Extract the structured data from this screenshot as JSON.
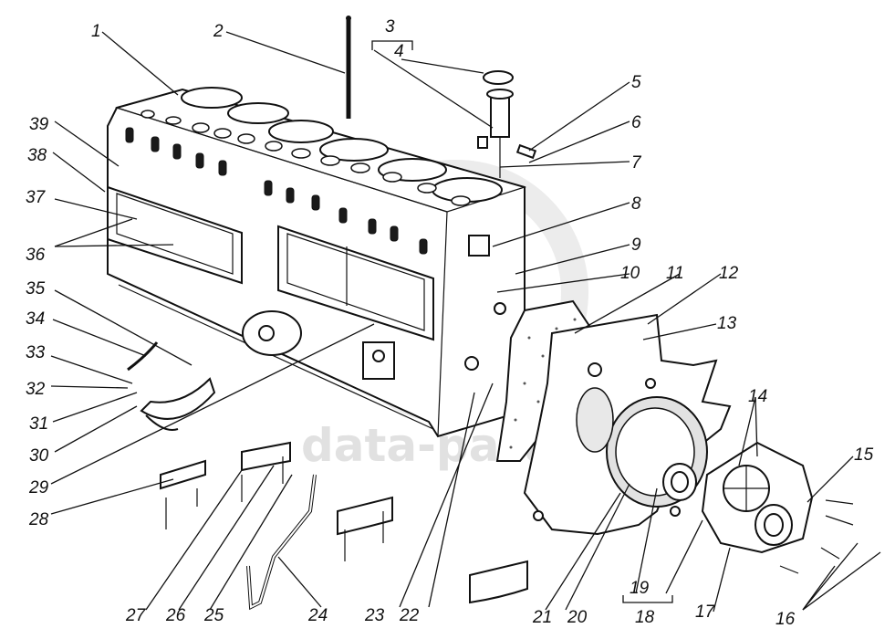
{
  "watermark": "data-parts",
  "callouts": [
    {
      "id": "c1",
      "text": "1"
    },
    {
      "id": "c2",
      "text": "2"
    },
    {
      "id": "c3",
      "text": "3"
    },
    {
      "id": "c4",
      "text": "4"
    },
    {
      "id": "c5",
      "text": "5"
    },
    {
      "id": "c6",
      "text": "6"
    },
    {
      "id": "c7",
      "text": "7"
    },
    {
      "id": "c8",
      "text": "8"
    },
    {
      "id": "c9",
      "text": "9"
    },
    {
      "id": "c10",
      "text": "10"
    },
    {
      "id": "c11",
      "text": "11"
    },
    {
      "id": "c12",
      "text": "12"
    },
    {
      "id": "c13",
      "text": "13"
    },
    {
      "id": "c14",
      "text": "14"
    },
    {
      "id": "c15",
      "text": "15"
    },
    {
      "id": "c16",
      "text": "16"
    },
    {
      "id": "c17",
      "text": "17"
    },
    {
      "id": "c18",
      "text": "18"
    },
    {
      "id": "c19",
      "text": "19"
    },
    {
      "id": "c20",
      "text": "20"
    },
    {
      "id": "c21",
      "text": "21"
    },
    {
      "id": "c22",
      "text": "22"
    },
    {
      "id": "c23",
      "text": "23"
    },
    {
      "id": "c24",
      "text": "24"
    },
    {
      "id": "c25",
      "text": "25"
    },
    {
      "id": "c26",
      "text": "26"
    },
    {
      "id": "c27",
      "text": "27"
    },
    {
      "id": "c28",
      "text": "28"
    },
    {
      "id": "c29",
      "text": "29"
    },
    {
      "id": "c30",
      "text": "30"
    },
    {
      "id": "c31",
      "text": "31"
    },
    {
      "id": "c32",
      "text": "32"
    },
    {
      "id": "c33",
      "text": "33"
    },
    {
      "id": "c34",
      "text": "34"
    },
    {
      "id": "c35",
      "text": "35"
    },
    {
      "id": "c36",
      "text": "36"
    },
    {
      "id": "c37",
      "text": "37"
    },
    {
      "id": "c38",
      "text": "38"
    },
    {
      "id": "c39",
      "text": "39"
    }
  ]
}
